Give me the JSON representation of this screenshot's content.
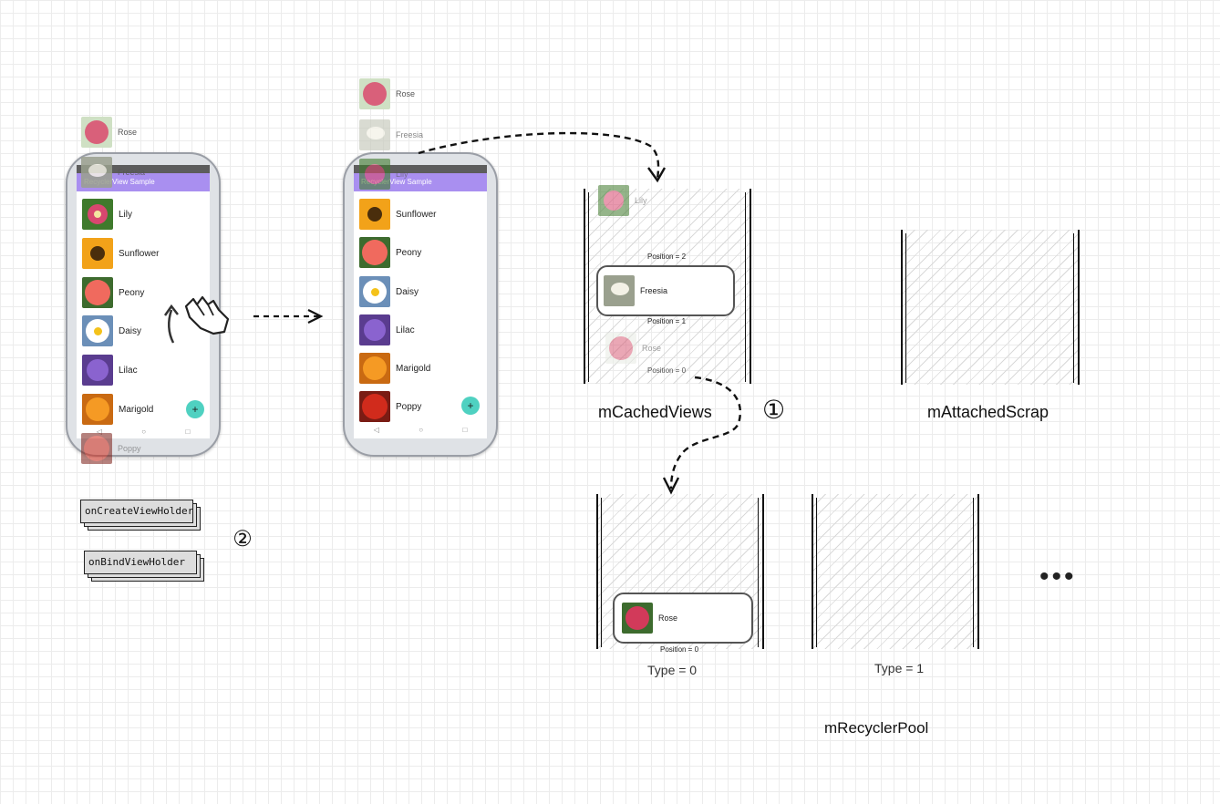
{
  "app_title": "RecyclerView Sample",
  "flowers": {
    "rose": "Rose",
    "freesia": "Freesia",
    "lily": "Lily",
    "sunflower": "Sunflower",
    "peony": "Peony",
    "daisy": "Daisy",
    "lilac": "Lilac",
    "marigold": "Marigold",
    "poppy": "Poppy"
  },
  "fab_label": "+",
  "nav_icons": [
    "back-triangle",
    "home-circle",
    "recents-square"
  ],
  "nav_glyphs": {
    "back": "◁",
    "home": "○",
    "recents": "□"
  },
  "methods": {
    "create": "onCreateViewHolder",
    "bind": "onBindViewHolder"
  },
  "cached": {
    "title": "mCachedViews",
    "pos2": "Position = 2",
    "pos1": "Position = 1",
    "pos0": "Position = 0"
  },
  "attached": {
    "title": "mAttachedScrap"
  },
  "pool": {
    "title": "mRecyclerPool",
    "type0": "Type = 0",
    "type1": "Type = 1",
    "pos0": "Position = 0"
  },
  "markers": {
    "one": "①",
    "two": "②",
    "more": "•••"
  },
  "colors": {
    "appbar": "#a98ff0",
    "fab": "#4fd1c1",
    "wall": "#111111",
    "hatch": "#d9d9d9"
  }
}
